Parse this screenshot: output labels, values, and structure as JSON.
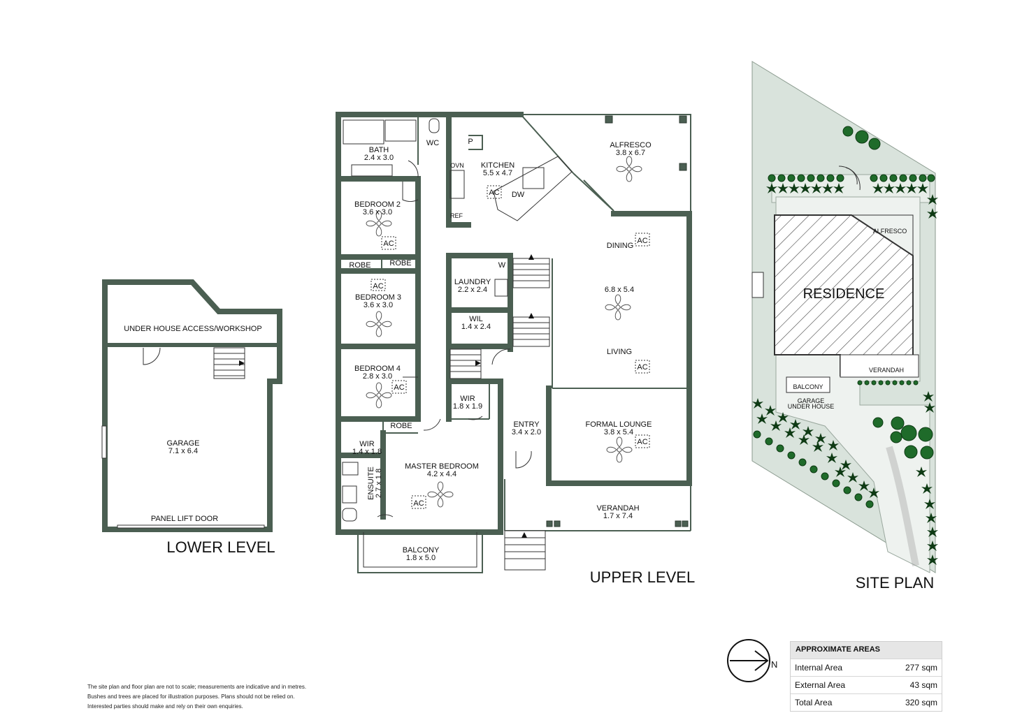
{
  "levels": {
    "lower": "LOWER LEVEL",
    "upper": "UPPER LEVEL",
    "site": "SITE PLAN"
  },
  "lower_rooms": {
    "workshop": "UNDER HOUSE ACCESS/WORKSHOP",
    "garage_name": "GARAGE",
    "garage_size": "7.1 x 6.4",
    "panel_door": "PANEL LIFT DOOR"
  },
  "upper_rooms": {
    "bath_name": "BATH",
    "bath_size": "2.4 x 3.0",
    "wc": "WC",
    "pantry": "P",
    "oven": "OVN",
    "fridge": "REF",
    "kitchen_name": "KITCHEN",
    "kitchen_size": "5.5 x 4.7",
    "dishwasher": "DW",
    "alfresco_name": "ALFRESCO",
    "alfresco_size": "3.8 x 6.7",
    "bed2_name": "BEDROOM 2",
    "bed2_size": "3.6 x 3.0",
    "robe": "ROBE",
    "bed3_name": "BEDROOM 3",
    "bed3_size": "3.6 x 3.0",
    "laundry_name": "LAUNDRY",
    "laundry_size": "2.2 x 2.4",
    "w": "W",
    "wil_name": "WIL",
    "wil_size": "1.4 x 2.4",
    "dining": "DINING",
    "living_size": "6.8 x 5.4",
    "living": "LIVING",
    "bed4_name": "BEDROOM 4",
    "bed4_size": "2.8 x 3.0",
    "wir1_name": "WIR",
    "wir1_size": "1.8 x 1.9",
    "entry_name": "ENTRY",
    "entry_size": "3.4 x 2.0",
    "formal_name": "FORMAL LOUNGE",
    "formal_size": "3.8 x 5.4",
    "wir2_name": "WIR",
    "wir2_size": "1.4 x 1.8",
    "ensuite_name": "ENSUITE",
    "ensuite_size": "2.7 x 1.8",
    "master_name": "MASTER BEDROOM",
    "master_size": "4.2 x 4.4",
    "verandah_name": "VERANDAH",
    "verandah_size": "1.7 x 7.4",
    "balcony_name": "BALCONY",
    "balcony_size": "1.8 x 5.0",
    "ac": "AC"
  },
  "site": {
    "residence": "RESIDENCE",
    "alfresco": "ALFRESCO",
    "verandah": "VERANDAH",
    "balcony": "BALCONY",
    "garage_1": "GARAGE",
    "garage_2": "UNDER HOUSE"
  },
  "compass": {
    "label": "N"
  },
  "areas": {
    "header": "APPROXIMATE AREAS",
    "rows": [
      {
        "label": "Internal Area",
        "value": "277 sqm"
      },
      {
        "label": "External Area",
        "value": "43 sqm"
      },
      {
        "label": "Total Area",
        "value": "320 sqm"
      }
    ]
  },
  "disclaimer": [
    "The site plan and floor plan are not to scale; measurements are indicative and in metres.",
    "Bushes and trees are placed for illustration purposes. Plans should not be relied on.",
    "Interested parties should make and rely on their own enquiries."
  ]
}
